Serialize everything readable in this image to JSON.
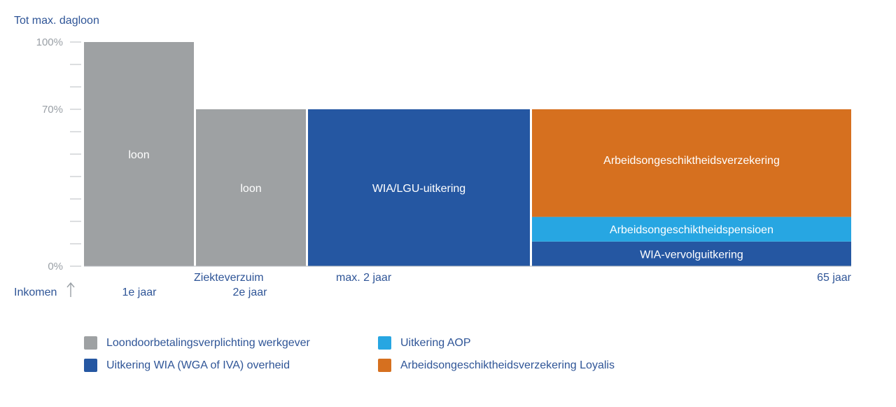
{
  "chart_data": {
    "type": "bar",
    "ylabel": "Tot max. dagloon",
    "xlabel": "Inkomen",
    "xlabel_icon": "arrow-up-icon",
    "yticks": [
      {
        "value": 100,
        "label": "100%"
      },
      {
        "value": 70,
        "label": "70%"
      },
      {
        "value": 0,
        "label": "0%"
      }
    ],
    "ylim": [
      0,
      100
    ],
    "minor_tick_step": 10,
    "time_axis": {
      "start": 0,
      "end": 13
    },
    "phase_label": {
      "text": "Ziekteverzuim",
      "t": 2
    },
    "xticks": [
      {
        "t": 1,
        "label": "1e jaar"
      },
      {
        "t": 2,
        "label": "2e jaar"
      },
      {
        "t": 3,
        "label": "max. 2 jaar"
      },
      {
        "t": 13,
        "label": "65 jaar"
      }
    ],
    "blocks": [
      {
        "t_start": 0,
        "t_end": 1,
        "y0": 0,
        "y1": 100,
        "label": "loon",
        "color": "#9ea1a3",
        "category": "Loondoorbetalingsverplichting werkgever"
      },
      {
        "t_start": 1,
        "t_end": 2,
        "y0": 0,
        "y1": 70,
        "label": "loon",
        "color": "#9ea1a3",
        "category": "Loondoorbetalingsverplichting werkgever"
      },
      {
        "t_start": 2,
        "t_end": 4,
        "y0": 0,
        "y1": 70,
        "label": "WIA/LGU-uitkering",
        "color": "#2557a2",
        "category": "Uitkering WIA (WGA of IVA) overheid"
      },
      {
        "t_start": 4,
        "t_end": 13,
        "y0": 0,
        "y1": 11,
        "label": "WIA-vervolguitkering",
        "color": "#2557a2",
        "category": "Uitkering WIA (WGA of IVA) overheid"
      },
      {
        "t_start": 4,
        "t_end": 13,
        "y0": 11,
        "y1": 22,
        "label": "Arbeidsongeschiktheidspensioen",
        "color": "#27a6e2",
        "category": "Uitkering AOP"
      },
      {
        "t_start": 4,
        "t_end": 13,
        "y0": 22,
        "y1": 70,
        "label": "Arbeidsongeschiktheidsverzekering",
        "color": "#d6701f",
        "category": "Arbeidsongeschiktheidsverzekering Loyalis"
      }
    ],
    "legend": [
      {
        "label": "Loondoorbetalingsverplichting werkgever",
        "color": "#9ea1a3"
      },
      {
        "label": "Uitkering AOP",
        "color": "#27a6e2"
      },
      {
        "label": "Uitkering WIA (WGA of IVA) overheid",
        "color": "#2557a2"
      },
      {
        "label": "Arbeidsongeschiktheidsverzekering Loyalis",
        "color": "#d6701f"
      }
    ],
    "legend_placement": "bottom",
    "grid": false,
    "axis_color": "#b9bcc0",
    "text_color": "#2f5597"
  }
}
